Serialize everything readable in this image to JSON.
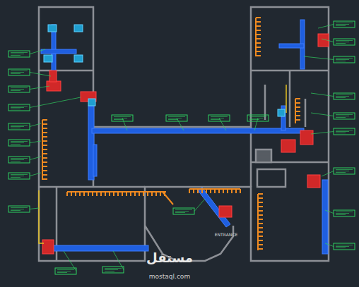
{
  "diagram": {
    "labels": [
      "ENTRANCE",
      "مستقل",
      "mostaql.com"
    ]
  }
}
